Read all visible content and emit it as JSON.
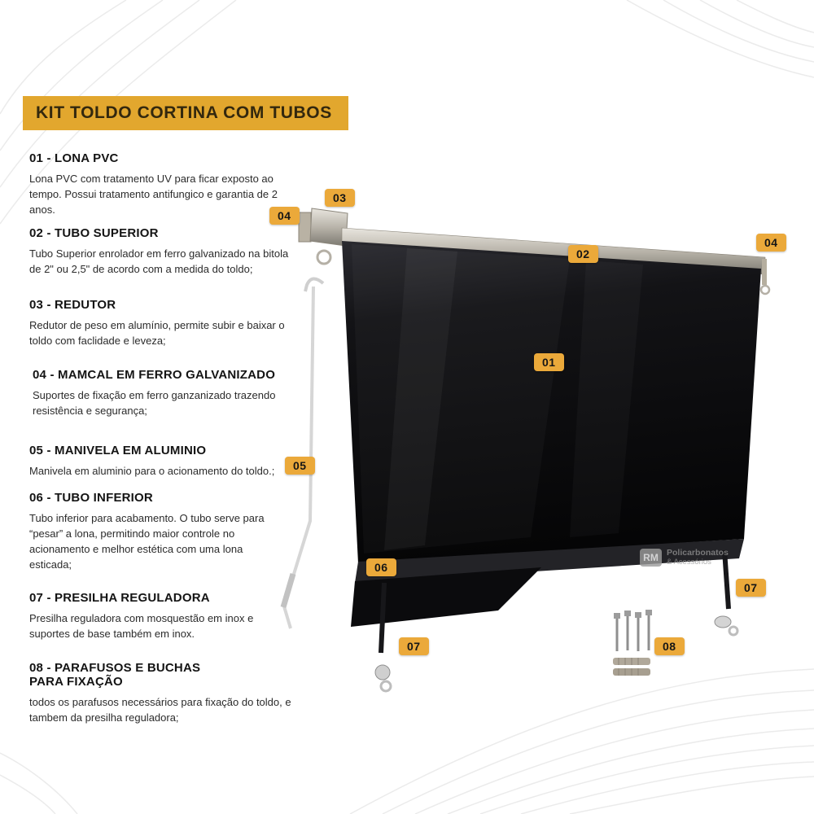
{
  "page": {
    "title": "KIT TOLDO CORTINA COM TUBOS"
  },
  "sections": [
    {
      "heading": "01 - LONA PVC",
      "body": "Lona PVC com tratamento UV para ficar exposto ao tempo. Possui tratamento antifungico e garantia de 2 anos."
    },
    {
      "heading": "02 - TUBO SUPERIOR",
      "body": "Tubo Superior enrolador em ferro galvanizado na bitola de 2\" ou 2,5\" de acordo com a medida do toldo;"
    },
    {
      "heading": "03 - REDUTOR",
      "body": "Redutor de peso em alumínio, permite subir e baixar o toldo com faclidade e leveza;"
    },
    {
      "heading": "04 - MAMCAL  EM FERRO GALVANIZADO",
      "body": "Suportes de fixação em ferro ganzanizado trazendo resistência e segurança;"
    },
    {
      "heading": "05 - MANIVELA EM ALUMINIO",
      "body": "Manivela em aluminio para o acionamento do toldo.;"
    },
    {
      "heading": "06 - TUBO INFERIOR",
      "body": "Tubo inferior para acabamento. O tubo serve para “pesar” a lona, permitindo maior controle no acionamento e melhor estética com uma lona esticada;"
    },
    {
      "heading": "07 - PRESILHA REGULADORA",
      "body": "Presilha reguladora com mosquestão em inox e suportes de base também em inox."
    },
    {
      "heading": "08 - PARAFUSOS E BUCHAS PARA FIXAÇÃO",
      "body": "todos os parafusos necessários para fixação do toldo, e tambem da presilha reguladora;"
    }
  ],
  "badges": [
    {
      "label": "03"
    },
    {
      "label": "04"
    },
    {
      "label": "02"
    },
    {
      "label": "04"
    },
    {
      "label": "01"
    },
    {
      "label": "05"
    },
    {
      "label": "06"
    },
    {
      "label": "07"
    },
    {
      "label": "07"
    },
    {
      "label": "08"
    }
  ],
  "watermark": {
    "logo": "RM",
    "line1": "Policarbonatos",
    "line2": "& Acessórios"
  },
  "colors": {
    "accent": "#E2A72E",
    "badge_bg": "#EBA93A",
    "text_dark": "#1f1f1f",
    "canvas_black": "#0a0a0c"
  }
}
